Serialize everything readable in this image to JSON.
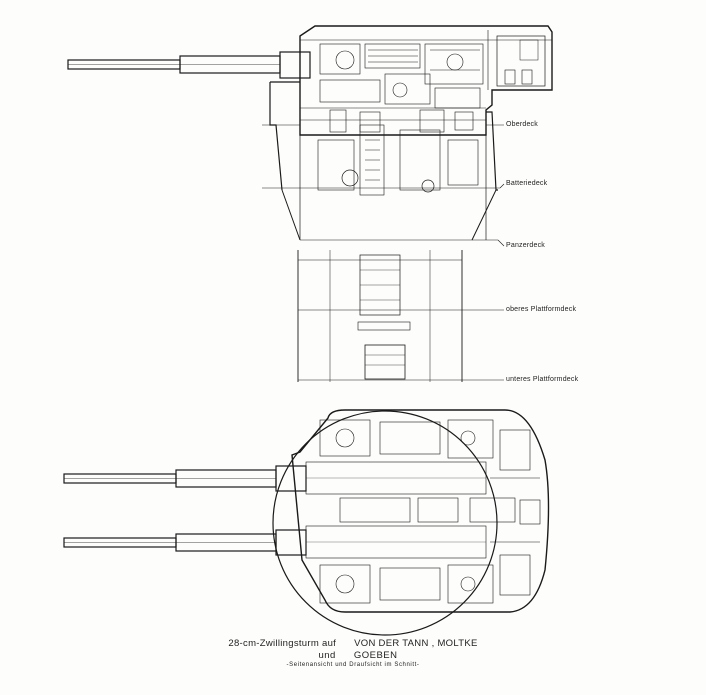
{
  "decks": [
    {
      "label": "Oberdeck"
    },
    {
      "label": "Batteriedeck"
    },
    {
      "label": "Panzerdeck"
    },
    {
      "label": "oberes Plattformdeck"
    },
    {
      "label": "unteres Plattformdeck"
    }
  ],
  "caption": {
    "line1_part1": "28-cm-Zwillingsturm auf",
    "line1_part2": "VON DER TANN , MOLTKE",
    "line2_part1": "und",
    "line2_part2": "GOEBEN",
    "line3": "-Seitenansicht und Draufsicht im Schnitt-"
  }
}
